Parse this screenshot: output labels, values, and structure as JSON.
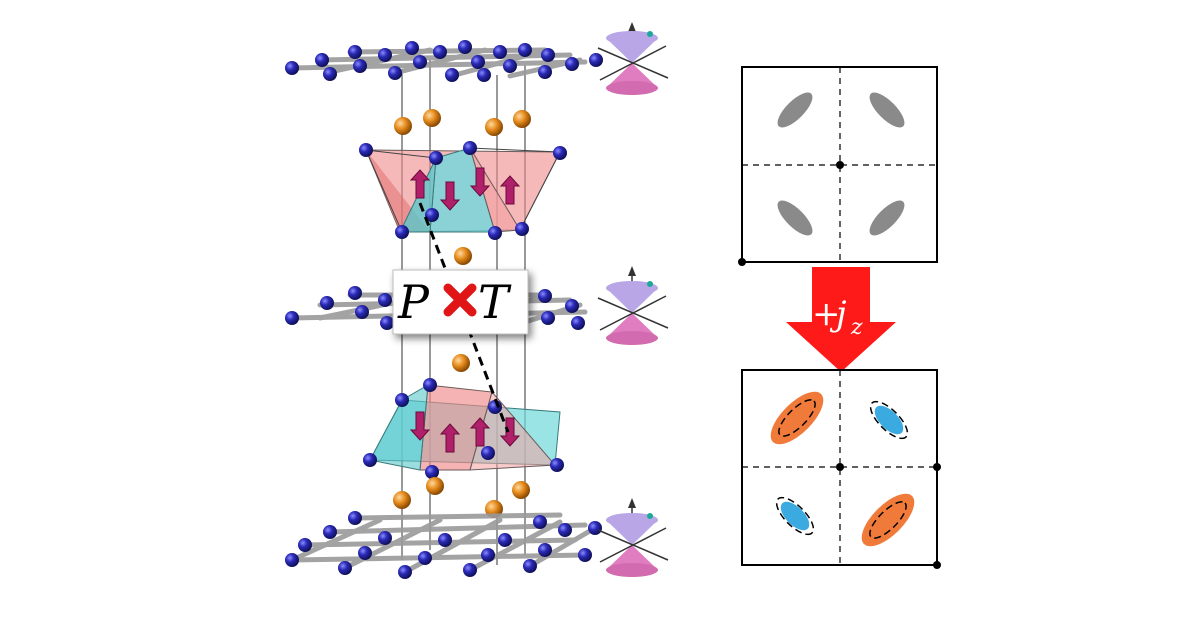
{
  "symmetry_label": {
    "left": "P",
    "right": "T"
  },
  "current_label": {
    "sign": "+",
    "symbol": "j",
    "subscript": "z"
  },
  "colors": {
    "atom_blue": "#2a2ab8",
    "atom_orange": "#e58a1a",
    "tetra_red": "#f08a8a",
    "tetra_cyan": "#6fd8dc",
    "spin_arrow": "#b0206a",
    "cone_top": "#b9a6e6",
    "cone_bottom": "#e07cc0",
    "arrow_red": "#ff1a1a",
    "cross_red": "#e01515",
    "fs_gray": "#8a8a8a",
    "fs_orange": "#f07a3a",
    "fs_blue": "#3aaae0"
  },
  "panels": {
    "top": "fermi-surface-equilibrium",
    "bottom": "fermi-surface-with-current"
  }
}
